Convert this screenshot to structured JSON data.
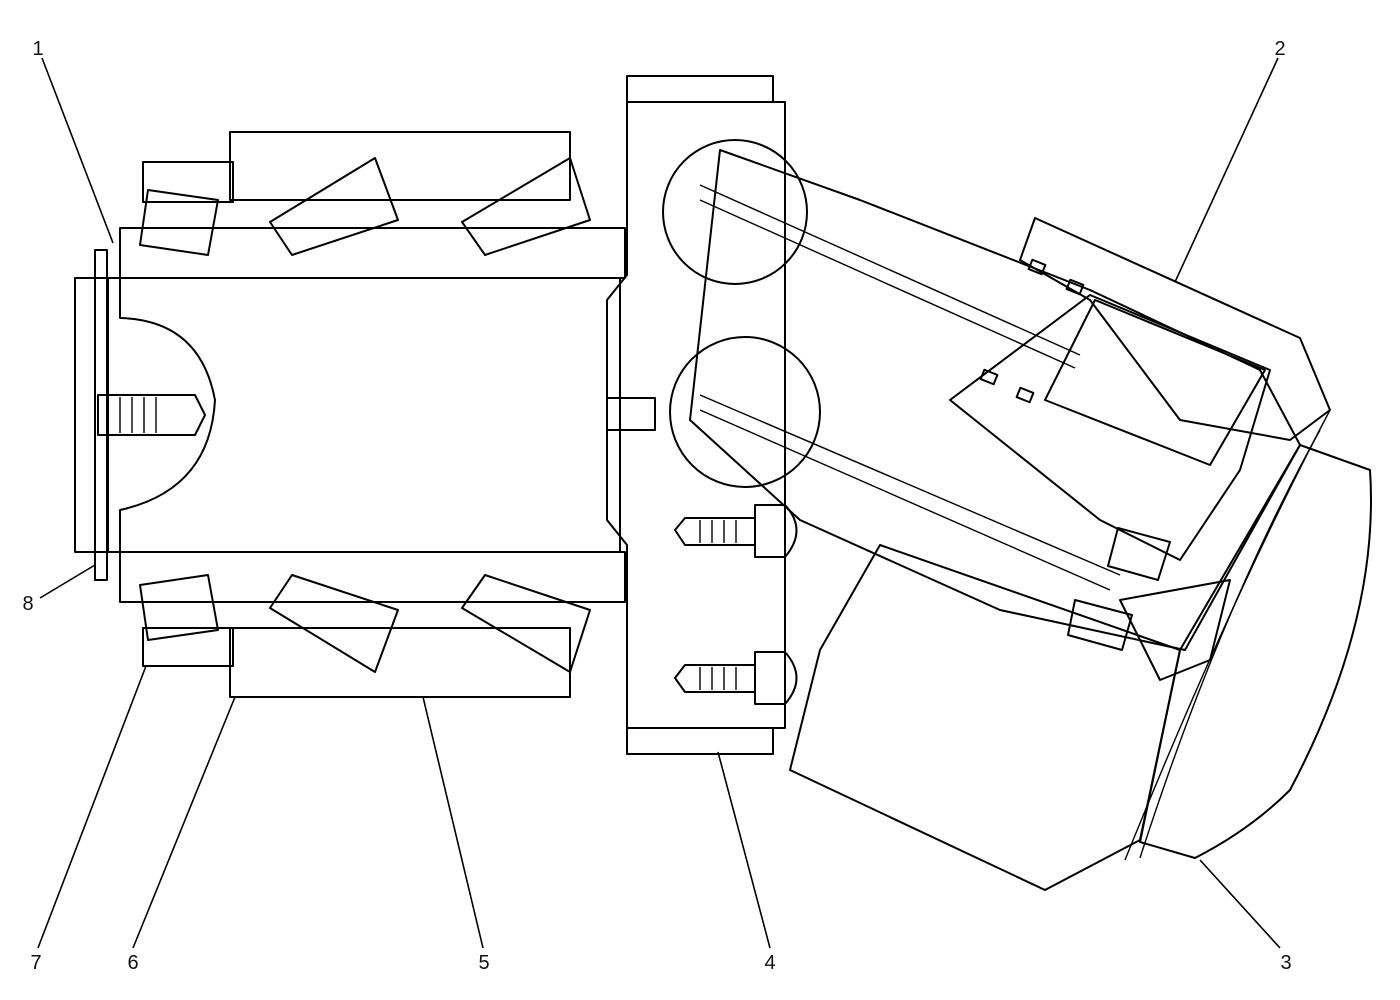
{
  "figure": {
    "callouts": [
      {
        "id": "1",
        "text": "1"
      },
      {
        "id": "2",
        "text": "2"
      },
      {
        "id": "3",
        "text": "3"
      },
      {
        "id": "4",
        "text": "4"
      },
      {
        "id": "5",
        "text": "5"
      },
      {
        "id": "6",
        "text": "6"
      },
      {
        "id": "7",
        "text": "7"
      },
      {
        "id": "8",
        "text": "8"
      }
    ]
  },
  "colors": {
    "ink": "#000000",
    "paper": "#ffffff"
  }
}
